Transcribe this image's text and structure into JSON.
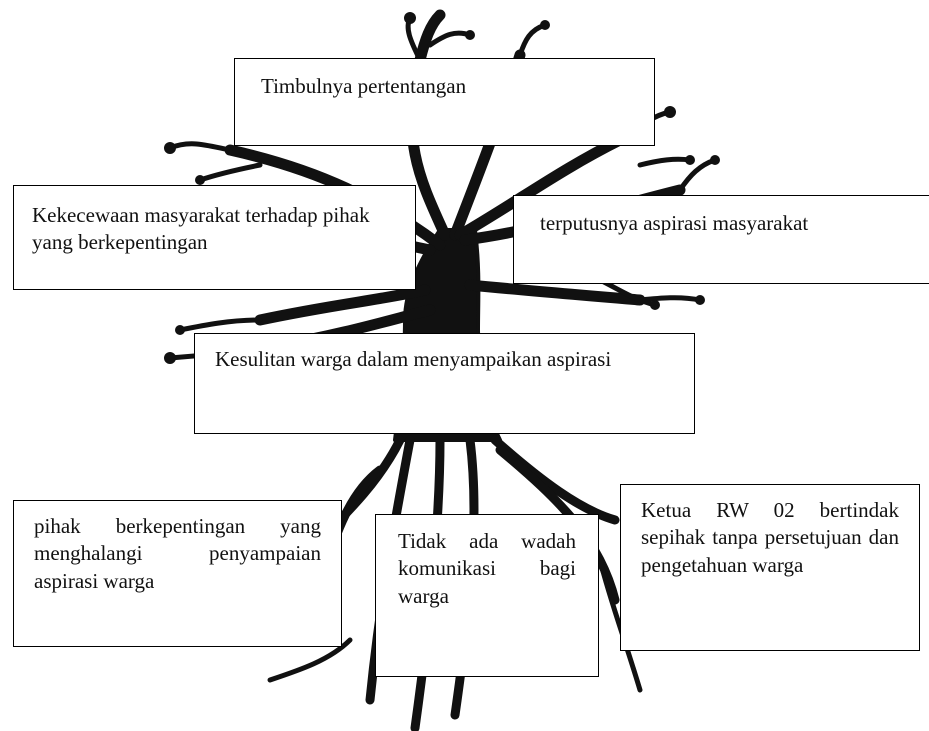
{
  "diagram": {
    "illustration": "tree-silhouette",
    "boxes": [
      {
        "id": "b1",
        "role": "effect",
        "text": "Timbulnya pertentangan"
      },
      {
        "id": "b2",
        "role": "effect",
        "text": "Kekecewaan masyarakat terhadap pihak yang berkepentingan"
      },
      {
        "id": "b3",
        "role": "effect",
        "text": "terputusnya aspirasi masyarakat"
      },
      {
        "id": "b4",
        "role": "core-problem",
        "text": "Kesulitan warga dalam menyampaikan aspirasi"
      },
      {
        "id": "b5",
        "role": "cause",
        "text": "pihak berkepentingan yang menghalangi penyampaian aspirasi warga"
      },
      {
        "id": "b6",
        "role": "cause",
        "text": "Tidak ada wadah komunikasi bagi warga"
      },
      {
        "id": "b7",
        "role": "cause",
        "text": "Ketua RW 02 bertindak sepihak tanpa persetujuan dan pengetahuan warga"
      }
    ],
    "colors": {
      "tree": "#111111",
      "box_border": "#000000",
      "box_fill": "#ffffff"
    }
  }
}
